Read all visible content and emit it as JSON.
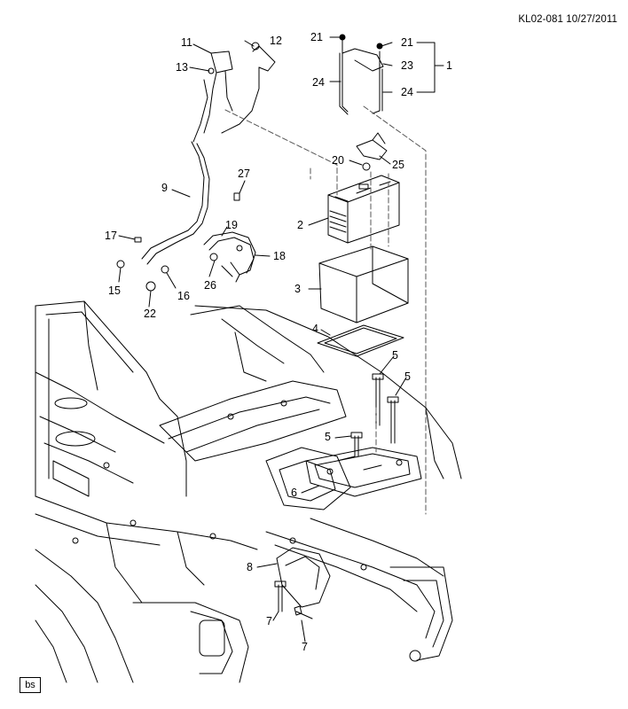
{
  "header": {
    "code": "KL02-081 10/27/2011"
  },
  "corner_badge": "bs",
  "callouts": {
    "c1": "1",
    "c2": "2",
    "c3": "3",
    "c4": "4",
    "c5a": "5",
    "c5b": "5",
    "c5c": "5",
    "c6": "6",
    "c7a": "7",
    "c7b": "7",
    "c8": "8",
    "c9": "9",
    "c11": "11",
    "c12": "12",
    "c13": "13",
    "c15": "15",
    "c16": "16",
    "c17": "17",
    "c18": "18",
    "c19": "19",
    "c20": "20",
    "c21a": "21",
    "c21b": "21",
    "c22": "22",
    "c23": "23",
    "c24a": "24",
    "c24b": "24",
    "c25": "25",
    "c26": "26",
    "c27": "27"
  },
  "colors": {
    "line": "#000000",
    "leader_dash": "#555555",
    "background": "#ffffff"
  }
}
